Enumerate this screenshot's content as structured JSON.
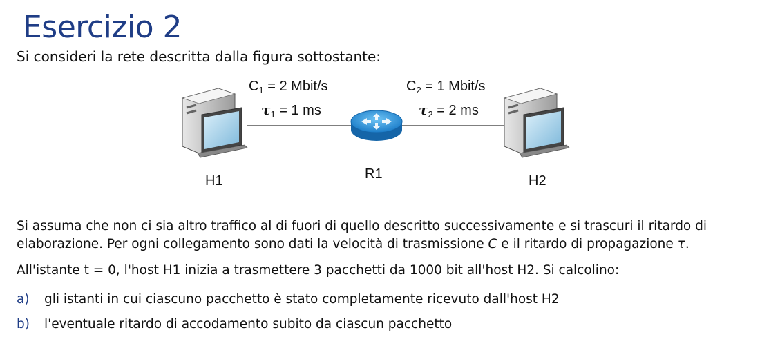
{
  "title": "Esercizio 2",
  "intro": "Si consideri la rete descritta dalla figura sottostante:",
  "figure": {
    "link1": {
      "capacity_prefix": "C",
      "capacity_sub": "1",
      "capacity_value": " = 2 Mbit/s",
      "delay_prefix": "τ",
      "delay_sub": "1",
      "delay_value": " = 1 ms"
    },
    "link2": {
      "capacity_prefix": "C",
      "capacity_sub": "2",
      "capacity_value": " = 1 Mbit/s",
      "delay_prefix": "τ",
      "delay_sub": "2",
      "delay_value": " = 2 ms"
    },
    "h1_label": "H1",
    "r1_label": "R1",
    "h2_label": "H2"
  },
  "paragraph1": {
    "part1": "Si assuma che non ci sia altro traffico al di fuori di quello descritto successivamente e si trascuri il ritardo di elaborazione. Per ogni collegamento sono dati la velocità di trasmissione ",
    "c_symbol": "C",
    "part2": " e il ritardo di propagazione ",
    "tau_symbol": "τ",
    "part3": "."
  },
  "paragraph2": "All'istante t = 0, l'host H1 inizia a trasmettere 3 pacchetti da 1000 bit all'host H2. Si calcolino:",
  "items": [
    {
      "marker": "a)",
      "text": "gli istanti in cui ciascuno pacchetto è stato completamente ricevuto dall'host H2"
    },
    {
      "marker": "b)",
      "text": "l'eventuale ritardo di accodamento subito da ciascun pacchetto"
    }
  ],
  "colors": {
    "title": "#1f3d86",
    "router": "#2a8fd6",
    "marker": "#1f3d86"
  }
}
